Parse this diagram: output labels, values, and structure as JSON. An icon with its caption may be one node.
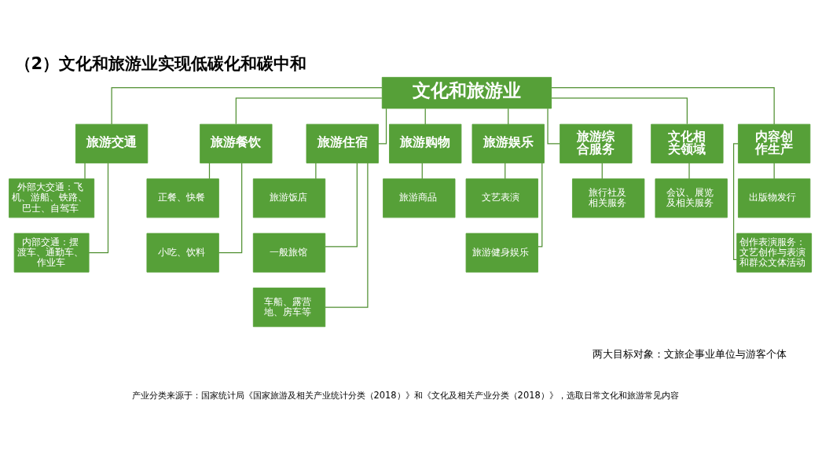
{
  "diagram": {
    "title": "（2）文化和旅游业实现低碳化和碳中和",
    "nodes": [
      {
        "text": [
          "文化和旅游业"
        ]
      },
      {
        "text": [
          "旅游交通"
        ]
      },
      {
        "text": [
          "旅游餐饮"
        ]
      },
      {
        "text": [
          "旅游住宿"
        ]
      },
      {
        "text": [
          "旅游购物"
        ]
      },
      {
        "text": [
          "旅游娱乐"
        ]
      },
      {
        "text": [
          "旅游综合服务"
        ]
      },
      {
        "text": [
          "文化相关领域"
        ]
      },
      {
        "text": [
          "内容创作生产"
        ]
      },
      {
        "text": [
          "外部大交通：飞机、游船、铁路、巴士、自驾车"
        ]
      },
      {
        "text": [
          "内部交通：摆渡车、通勤车、作业车"
        ]
      },
      {
        "text": [
          "正餐、快餐"
        ]
      },
      {
        "text": [
          "小吃、饮料"
        ]
      },
      {
        "text": [
          "旅游饭店"
        ]
      },
      {
        "text": [
          "一般旅馆"
        ]
      },
      {
        "text": [
          "车船、露营地、房车等"
        ]
      },
      {
        "text": [
          "旅游商品"
        ]
      },
      {
        "text": [
          "文艺表演"
        ]
      },
      {
        "text": [
          "旅游健身娱乐"
        ]
      },
      {
        "text": [
          "旅行社及相关服务"
        ]
      },
      {
        "text": [
          "会议、展览及相关服务"
        ]
      },
      {
        "text": [
          "出版物发行"
        ]
      },
      {
        "text": [
          "创作表演服务：文艺创作与表演和群众文体活动"
        ]
      }
    ],
    "edges": [
      {
        "from": 0,
        "to": 1,
        "arrow": "none"
      },
      {
        "from": 0,
        "to": 2,
        "arrow": "none"
      },
      {
        "from": 0,
        "to": 3,
        "arrow": "none"
      },
      {
        "from": 0,
        "to": 4,
        "arrow": "none"
      },
      {
        "from": 0,
        "to": 5,
        "arrow": "none"
      },
      {
        "from": 0,
        "to": 6,
        "arrow": "none"
      },
      {
        "from": 0,
        "to": 7,
        "arrow": "none"
      },
      {
        "from": 0,
        "to": 8,
        "arrow": "none"
      },
      {
        "from": 1,
        "to": 9,
        "arrow": "none"
      },
      {
        "from": 1,
        "to": 10,
        "arrow": "none"
      },
      {
        "from": 2,
        "to": 11,
        "arrow": "none"
      },
      {
        "from": 2,
        "to": 12,
        "arrow": "none"
      },
      {
        "from": 3,
        "to": 13,
        "arrow": "none"
      },
      {
        "from": 3,
        "to": 14,
        "arrow": "none"
      },
      {
        "from": 3,
        "to": 15,
        "arrow": "none"
      },
      {
        "from": 4,
        "to": 16,
        "arrow": "none"
      },
      {
        "from": 5,
        "to": 17,
        "arrow": "none"
      },
      {
        "from": 5,
        "to": 18,
        "arrow": "none"
      },
      {
        "from": 6,
        "to": 19,
        "arrow": "none"
      },
      {
        "from": 7,
        "to": 20,
        "arrow": "none"
      },
      {
        "from": 8,
        "to": 21,
        "arrow": "none"
      },
      {
        "from": 8,
        "to": 22,
        "arrow": "none"
      }
    ],
    "labels": [
      "两大目标对象：文旅企事业单位与游客个体",
      "产业分类来源于：国家统计局《国家旅游及相关产业统计分类（2018）》和《文化及相关产业分类（2018）》，选取日常文化和旅游常见内容"
    ]
  }
}
